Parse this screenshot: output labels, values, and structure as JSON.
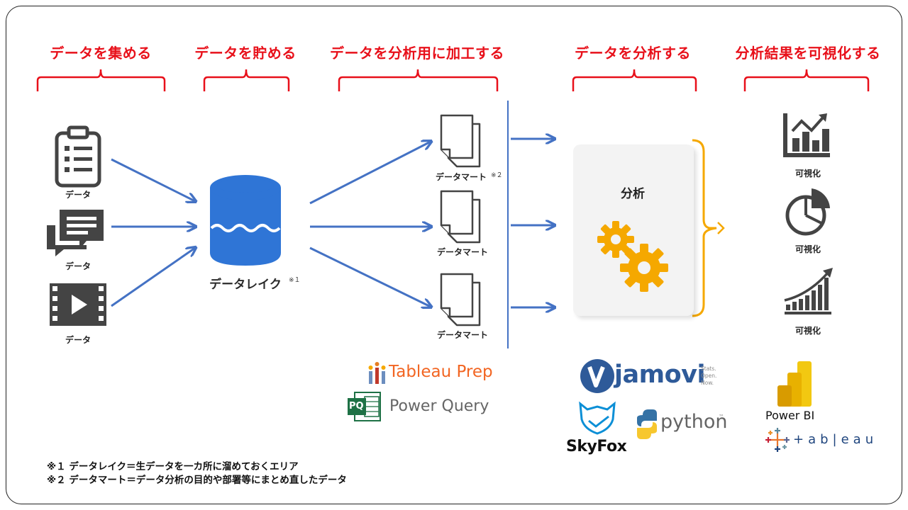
{
  "stages": [
    "データを集める",
    "データを貯める",
    "データを分析用に加工する",
    "データを分析する",
    "分析結果を可視化する"
  ],
  "sources": [
    {
      "label": "データ",
      "icon": "clipboard-icon"
    },
    {
      "label": "データ",
      "icon": "chat-icon"
    },
    {
      "label": "データ",
      "icon": "video-icon"
    }
  ],
  "datalake": {
    "label": "データレイク",
    "note_mark": "※１"
  },
  "marts": [
    {
      "label": "データマート",
      "note_mark": "※２"
    },
    {
      "label": "データマート"
    },
    {
      "label": "データマート"
    }
  ],
  "analysis": {
    "label": "分析"
  },
  "visualize": [
    {
      "label": "可視化",
      "icon": "bar-chart-icon"
    },
    {
      "label": "可視化",
      "icon": "pie-chart-icon"
    },
    {
      "label": "可視化",
      "icon": "growth-chart-icon"
    }
  ],
  "tools": {
    "prep": [
      {
        "name": "Tableau Prep",
        "color": "#f26522"
      },
      {
        "name": "Power Query",
        "badge": "PQ",
        "color": "#666666"
      }
    ],
    "analysis": [
      {
        "name": "jamovi",
        "tagline": [
          "Stats.",
          "Open.",
          "Now."
        ],
        "color": "#2e5a99"
      },
      {
        "name": "SkyFox",
        "color": "#0c8fd6"
      },
      {
        "name": "python",
        "tm": "™"
      }
    ],
    "bi": [
      {
        "name": "Power BI"
      },
      {
        "name": "+ a b | e a u",
        "display": "+ab|eau"
      }
    ]
  },
  "notes": [
    "※１ データレイク＝生データを一カ所に溜めておくエリア",
    "※２ データマート＝データ分析の目的や部署等にまとめ直したデータ"
  ],
  "colors": {
    "stage": "#e8101a",
    "arrow": "#4472c4",
    "lake": "#2f75d6",
    "gear": "#f5a800"
  }
}
